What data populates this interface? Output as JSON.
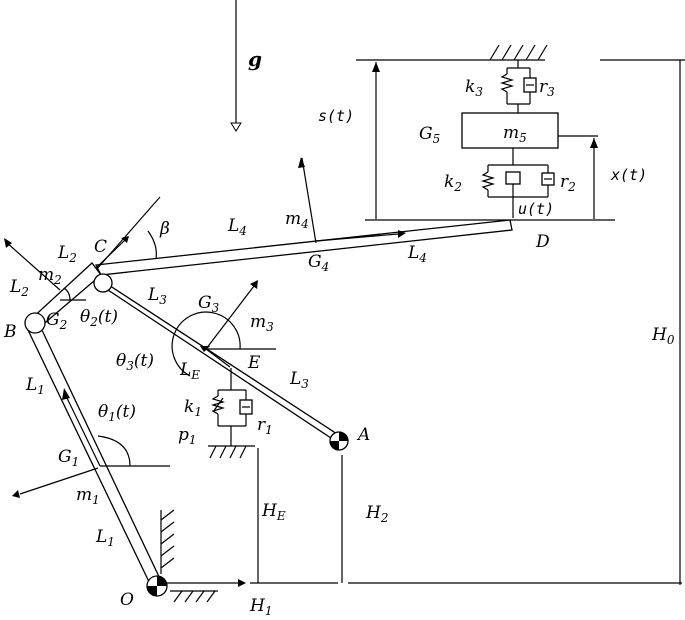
{
  "labels": {
    "g": "g",
    "s_t": "s(t)",
    "x_t": "x(t)",
    "u_t": "u(t)",
    "m5": {
      "base": "m",
      "sub": "5"
    },
    "G5": {
      "base": "G",
      "sub": "5"
    },
    "k3": {
      "base": "k",
      "sub": "3"
    },
    "r3": {
      "base": "r",
      "sub": "3"
    },
    "k2": {
      "base": "k",
      "sub": "2"
    },
    "r2": {
      "base": "r",
      "sub": "2"
    },
    "D": "D",
    "L4_top": {
      "base": "L",
      "sub": "4"
    },
    "m4": {
      "base": "m",
      "sub": "4"
    },
    "G4": {
      "base": "G",
      "sub": "4"
    },
    "L4_bottom": {
      "base": "L",
      "sub": "4"
    },
    "beta": "β",
    "C": "C",
    "L2_top": {
      "base": "L",
      "sub": "2"
    },
    "m2": {
      "base": "m",
      "sub": "2"
    },
    "L2_left": {
      "base": "L",
      "sub": "2"
    },
    "G2": {
      "base": "G",
      "sub": "2"
    },
    "theta2": {
      "base": "θ",
      "sub": "2",
      "tail": "(t)"
    },
    "B": "B",
    "L3_top": {
      "base": "L",
      "sub": "3"
    },
    "G3": {
      "base": "G",
      "sub": "3"
    },
    "m3": {
      "base": "m",
      "sub": "3"
    },
    "theta3": {
      "base": "θ",
      "sub": "3",
      "tail": "(t)"
    },
    "LE": {
      "base": "L",
      "sub": "E"
    },
    "E": "E",
    "L3_right": {
      "base": "L",
      "sub": "3"
    },
    "k1": {
      "base": "k",
      "sub": "1"
    },
    "r1": {
      "base": "r",
      "sub": "1"
    },
    "p1": {
      "base": "p",
      "sub": "1"
    },
    "A": "A",
    "H0": {
      "base": "H",
      "sub": "0"
    },
    "L1_top": {
      "base": "L",
      "sub": "1"
    },
    "theta1": {
      "base": "θ",
      "sub": "1",
      "tail": "(t)"
    },
    "G1": {
      "base": "G",
      "sub": "1"
    },
    "m1": {
      "base": "m",
      "sub": "1"
    },
    "L1_bottom": {
      "base": "L",
      "sub": "1"
    },
    "HE": {
      "base": "H",
      "sub": "E"
    },
    "H2": {
      "base": "H",
      "sub": "2"
    },
    "O": "O",
    "H1": {
      "base": "H",
      "sub": "1"
    }
  }
}
